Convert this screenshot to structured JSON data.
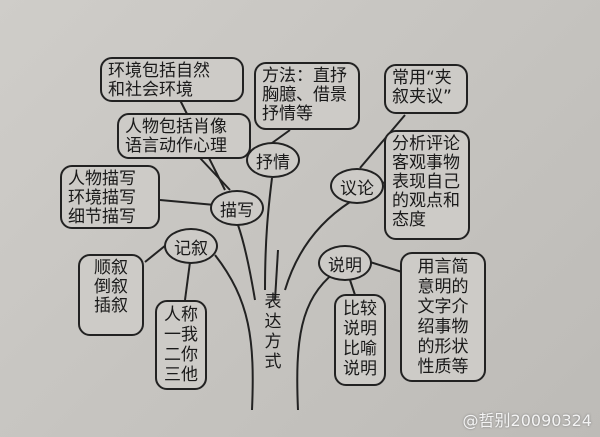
{
  "trunk": "表\n达\n方\n式",
  "branches": {
    "narration": {
      "label": "记叙",
      "notes": [
        "顺叙\n倒叙\n插叙",
        "人称\n一我\n二你\n三他"
      ]
    },
    "description": {
      "label": "描写",
      "notes": [
        "人物描写\n环境描写\n细节描写",
        "人物包括肖像\n语言动作心理",
        "环境包括自然\n和社会环境"
      ]
    },
    "lyric": {
      "label": "抒情",
      "notes": [
        "方法：直抒\n胸臆、借景\n抒情等"
      ]
    },
    "argument": {
      "label": "议论",
      "notes": [
        "常用“夹\n叙夹议”",
        "分析评论\n客观事物\n表现自己\n的观点和\n态度"
      ]
    },
    "exposition": {
      "label": "说明",
      "notes": [
        "比较\n说明\n比喻\n说明",
        "用言简\n意明的\n文字介\n绍事物\n的形状\n性质等"
      ]
    }
  },
  "watermark": "@哲别20090324"
}
